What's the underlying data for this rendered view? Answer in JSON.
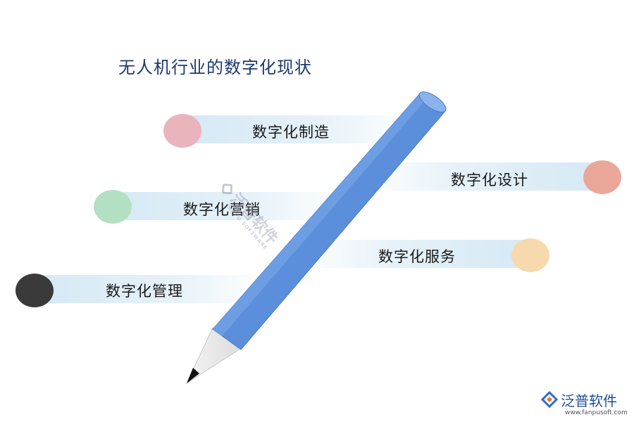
{
  "title": "无人机行业的数字化现状",
  "items": [
    {
      "label": "数字化制造",
      "color": "#e9b4bc"
    },
    {
      "label": "数字化设计",
      "color": "#eba69a"
    },
    {
      "label": "数字化营销",
      "color": "#b3dfc3"
    },
    {
      "label": "数字化服务",
      "color": "#f7d9ae"
    },
    {
      "label": "数字化管理",
      "color": "#3a3a3a"
    }
  ],
  "watermark": {
    "name": "泛普软件",
    "sub": "FANPU SOFTWARE"
  },
  "brand": {
    "name": "泛普软件",
    "url": "www.fanpusoft.com"
  },
  "colors": {
    "title": "#1c3a6e",
    "pencil_body": "#5b8fdb",
    "band": "#d2e7f4",
    "brand": "#1f4e96"
  }
}
